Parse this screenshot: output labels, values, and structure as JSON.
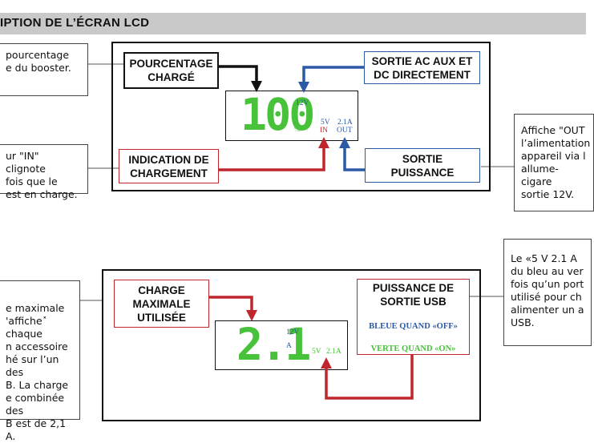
{
  "header": {
    "title": "IPTION DE L’ÉCRAN LCD"
  },
  "colors": {
    "green": "#48c23a",
    "red": "#c0272d",
    "blue": "#2b5aa6",
    "header_bg": "#c9c9c9"
  },
  "section1": {
    "note_left_top": "pourcentage\ne du booster.",
    "note_left_mid": "ur \"IN\" clignote\n fois que le\nest en charge.",
    "note_right": "Affiche \"OUT\nl’alimentation\nappareil via l\nallume-cigare\nsortie 12V.",
    "label_pct": "POURCENTAGE\nCHARGÉ",
    "label_ac": "SORTIE AC AUX ET\nDC DIRECTEMENT",
    "label_charge": "INDICATION DE\nCHARGEMENT",
    "label_power": "SORTIE\nPUISSANCE",
    "lcd": {
      "digits": "100",
      "v12": "12V",
      "pct": "%",
      "v5": "5V",
      "amp": "2.1A",
      "in": "IN",
      "out": "OUT"
    }
  },
  "section2": {
    "note_left": "e maximale\n'affiche˟ chaque\nn accessoire\nhé sur l’un des\nB. La charge\ne combinée des\nB est de 2,1 A.",
    "note_right": "Le «5 V 2.1 A\ndu bleu au ver\nfois qu’un port\nutilisé pour ch\nalimenter un a\nUSB.",
    "label_max": "CHARGE\nMAXIMALE\nUTILISÉE",
    "label_usb": "PUISSANCE DE\nSORTIE USB",
    "usb_off": "BLEUE QUAND «OFF»",
    "usb_on": "VERTE QUAND «ON»",
    "lcd": {
      "digits": "2.1",
      "v12": "12V",
      "a": "A",
      "v5": "5V",
      "amp": "2.1A"
    }
  }
}
